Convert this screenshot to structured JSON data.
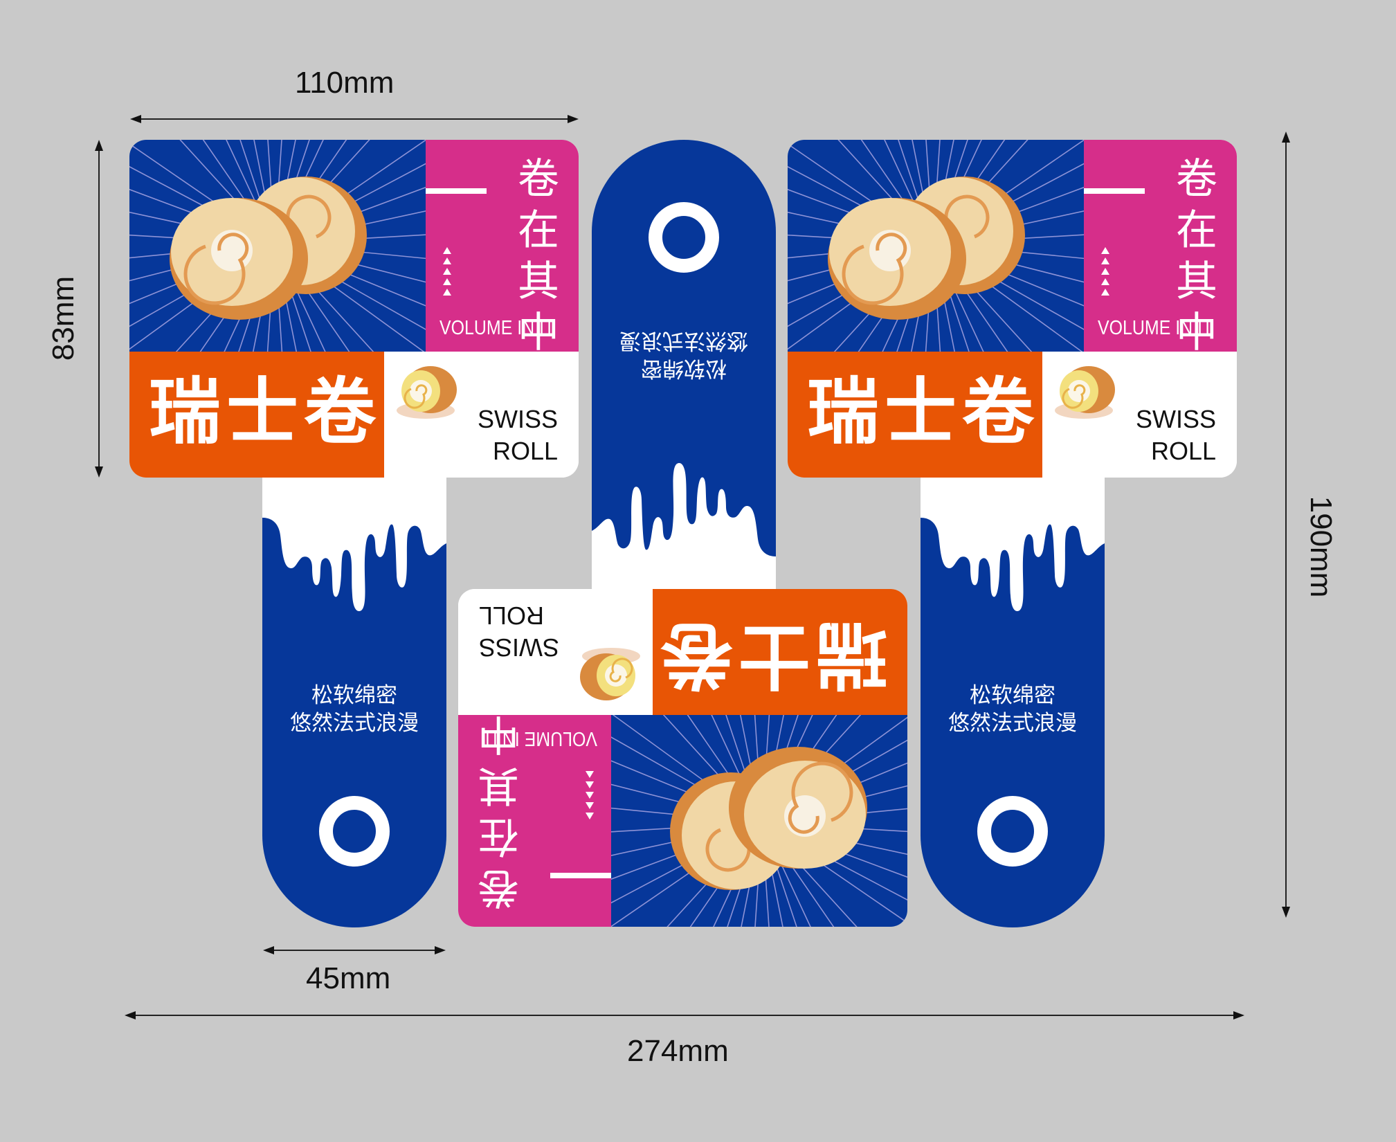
{
  "dimensions": {
    "width_top": "110mm",
    "height_panel": "83mm",
    "height_total": "190mm",
    "tab_width": "45mm",
    "width_total": "274mm"
  },
  "panel": {
    "slogan_cn_vertical": [
      "卷",
      "在",
      "其",
      "中"
    ],
    "slogan_en": "VOLUME IN IT",
    "title_cn": "瑞士卷",
    "name_en_line1": "SWISS",
    "name_en_line2": "ROLL"
  },
  "tab": {
    "tagline_line1": "松软绵密",
    "tagline_line2": "悠然法式浪漫"
  },
  "colors": {
    "background": "#C9C9C9",
    "blue": "#06379A",
    "pink": "#D62E8A",
    "orange": "#E85505",
    "white": "#FFFFFF"
  },
  "icons": {
    "hang_hole": "ring-icon",
    "decor_triangles": "triangle-up-icon",
    "cake_illustration": "swiss-roll-slices",
    "cake_thumbnail": "swiss-roll-thumbnail"
  }
}
